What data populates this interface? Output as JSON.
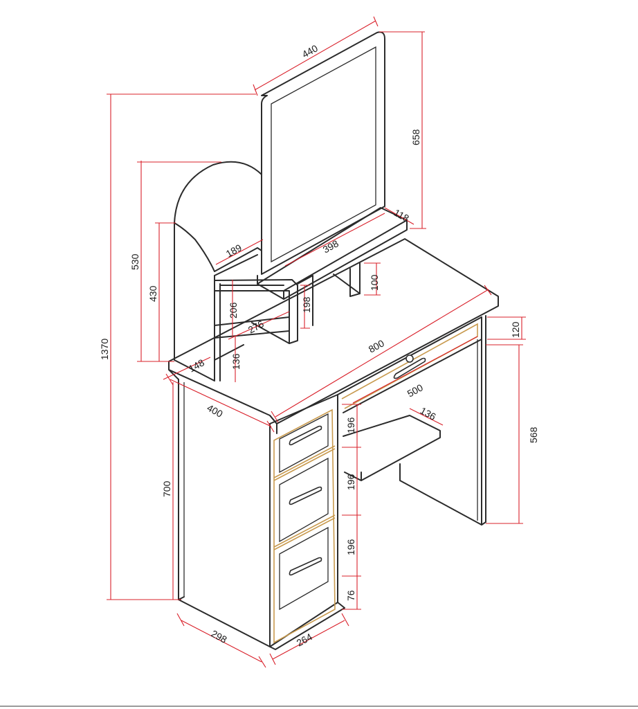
{
  "diagram": {
    "dimensions": {
      "mirror_width": "440",
      "mirror_height": "658",
      "shelf_depth": "118",
      "mirror_base_width": "398",
      "side_shelf_width": "189",
      "total_height": "1370",
      "side_unit_height": "530",
      "side_panel_height": "430",
      "side_upper_gap": "206",
      "side_shelf_span": "276",
      "side_lower_gap": "136",
      "center_post_height": "198",
      "center_post_top": "100",
      "side_base_depth": "148",
      "table_width": "800",
      "drawer_height": "120",
      "table_depth": "400",
      "knee_width": "500",
      "knee_shelf_depth": "136",
      "drawer1_height": "196",
      "drawer2_height": "196",
      "drawer3_height": "196",
      "plinth_height": "76",
      "leg_height": "568",
      "table_height": "700",
      "side_depth": "298",
      "pedestal_width": "264"
    },
    "colors": {
      "outline": "#2b2b2b",
      "dimension_line": "#d9202a",
      "drawer_trim": "#c89a4e",
      "background": "#ffffff"
    }
  }
}
